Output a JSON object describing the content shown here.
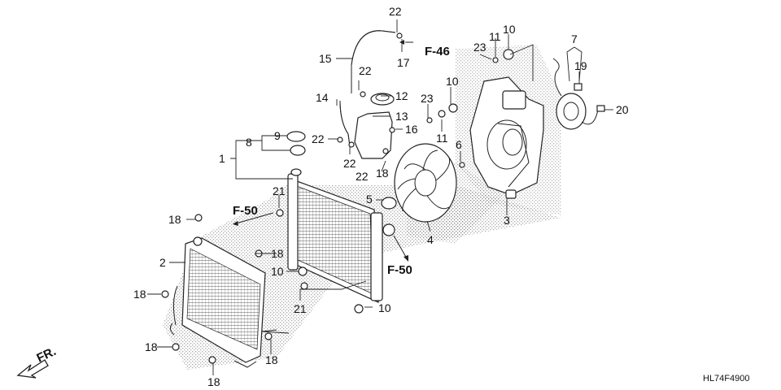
{
  "diagram_code": "HL74F4900",
  "direction_label": "FR.",
  "references": [
    "F-46",
    "F-50",
    "F-50"
  ],
  "callouts": [
    "1",
    "2",
    "3",
    "4",
    "5",
    "6",
    "7",
    "8",
    "9",
    "10",
    "10",
    "10",
    "10",
    "11",
    "11",
    "12",
    "13",
    "14",
    "15",
    "16",
    "17",
    "18",
    "18",
    "18",
    "18",
    "18",
    "18",
    "18",
    "19",
    "20",
    "21",
    "21",
    "22",
    "22",
    "22",
    "22",
    "22",
    "23",
    "23"
  ]
}
